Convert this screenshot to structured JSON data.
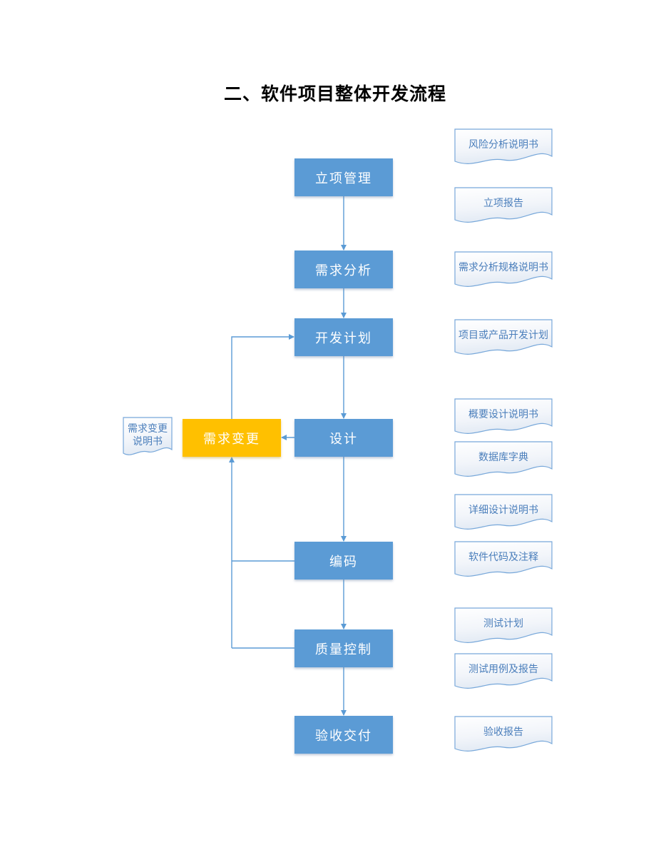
{
  "title": "二、软件项目整体开发流程",
  "colors": {
    "process_fill": "#5B9BD5",
    "highlight_fill": "#FFC000",
    "connector": "#5B9BD5",
    "document_border": "#78A8DA",
    "document_text": "#4A7EBB",
    "process_text": "#FFFFFF",
    "title_text": "#000000"
  },
  "flow": {
    "steps": [
      {
        "label": "立项管理"
      },
      {
        "label": "需求分析"
      },
      {
        "label": "开发计划"
      },
      {
        "label": "设计"
      },
      {
        "label": "编码"
      },
      {
        "label": "质量控制"
      },
      {
        "label": "验收交付"
      }
    ],
    "change_step": {
      "label": "需求变更"
    },
    "change_document": {
      "lines": [
        "需求变更",
        "说明书"
      ]
    }
  },
  "documents": [
    {
      "label": "风险分析说明书"
    },
    {
      "label": "立项报告"
    },
    {
      "label": "需求分析规格说明书"
    },
    {
      "label": "项目或产品开发计划"
    },
    {
      "label": "概要设计说明书"
    },
    {
      "label": "数据库字典"
    },
    {
      "label": "详细设计说明书"
    },
    {
      "label": "软件代码及注释"
    },
    {
      "label": "测试计划"
    },
    {
      "label": "测试用例及报告"
    },
    {
      "label": "验收报告"
    }
  ]
}
